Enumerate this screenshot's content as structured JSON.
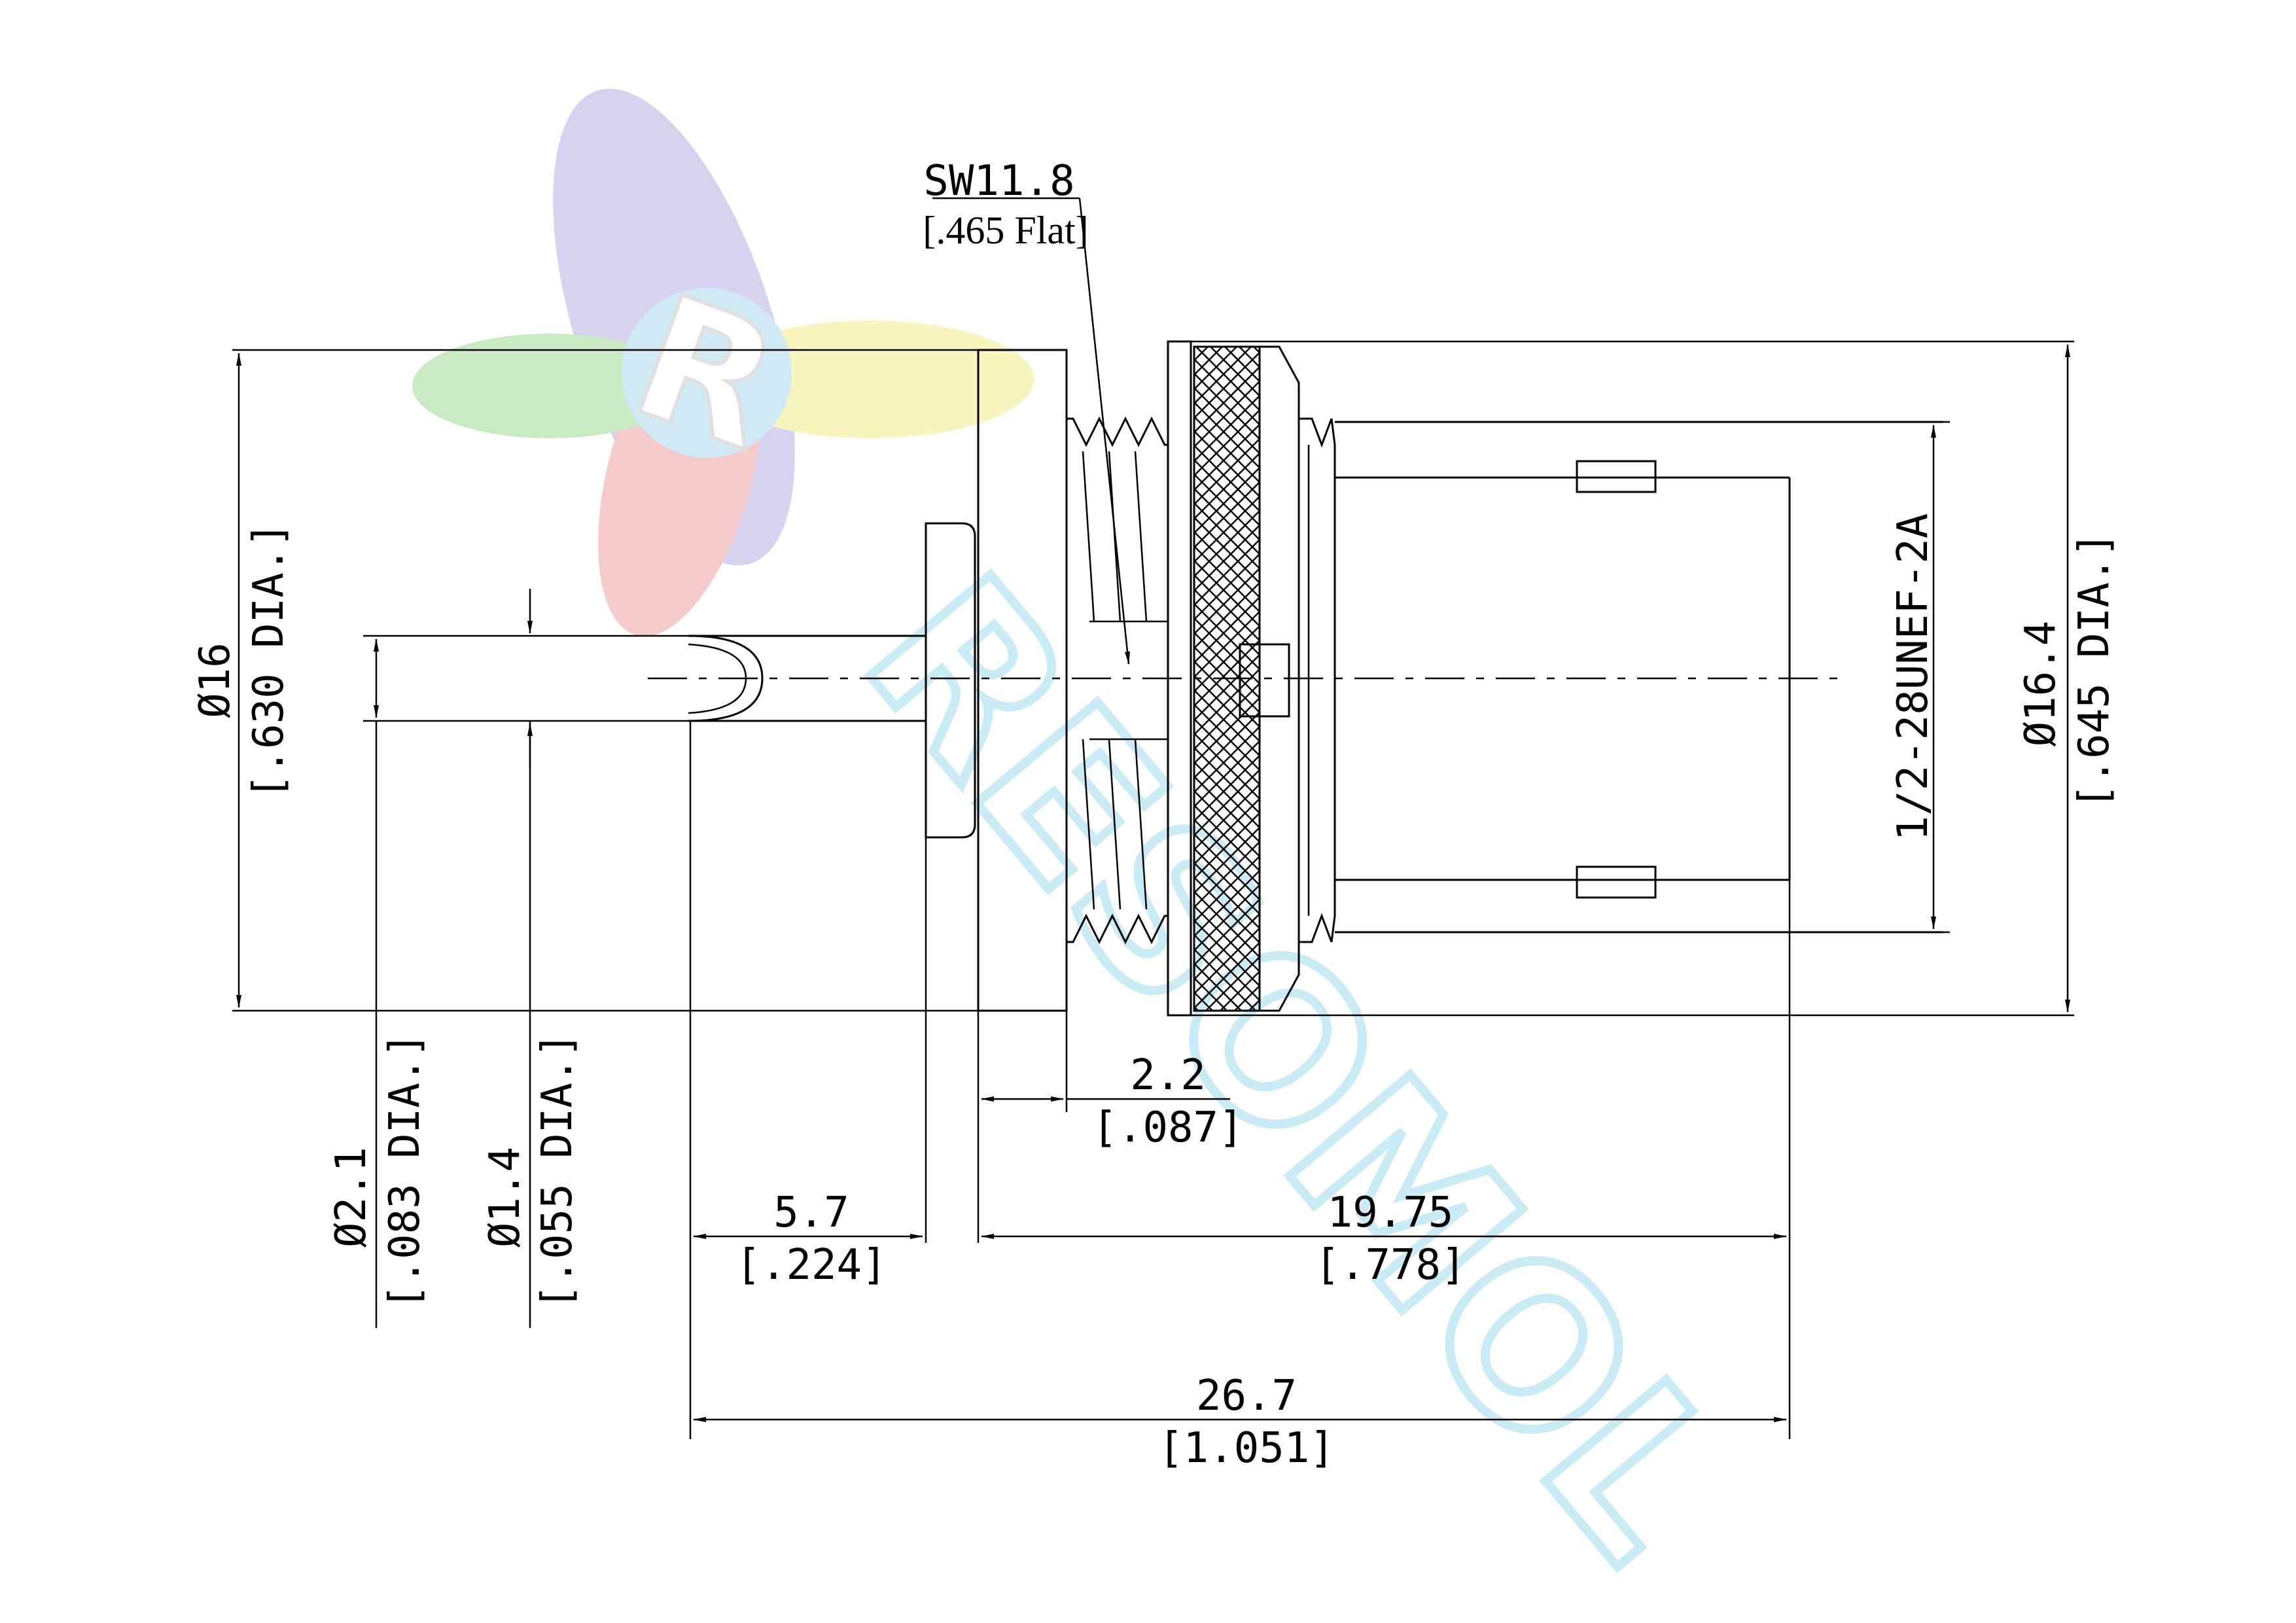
{
  "watermark": {
    "brand": "RESOMOL",
    "logo_letter": "R"
  },
  "annotations": {
    "sw_label": "SW11.8",
    "sw_inch": "[.465 Flat]",
    "thread": "1/2-28UNEF-2A"
  },
  "dimensions": {
    "d16_mm": "Ø16",
    "d16_in": "[.630 DIA.]",
    "d164_mm": "Ø16.4",
    "d164_in": "[.645 DIA.]",
    "d21_mm": "Ø2.1",
    "d21_in": "[.083 DIA.]",
    "d14_mm": "Ø1.4",
    "d14_in": "[.055 DIA.]",
    "l22_mm": "2.2",
    "l22_in": "[.087]",
    "l57_mm": "5.7",
    "l57_in": "[.224]",
    "l1975_mm": "19.75",
    "l1975_in": "[.778]",
    "l267_mm": "26.7",
    "l267_in": "[1.051]"
  },
  "colors": {
    "line": "#000000",
    "watermark_blue": "#bfe8f4",
    "logo_green": "#b8e3b0",
    "logo_yellow": "#f6f0a8",
    "logo_red": "#f3b9b9",
    "logo_purple": "#c9c3ea"
  }
}
